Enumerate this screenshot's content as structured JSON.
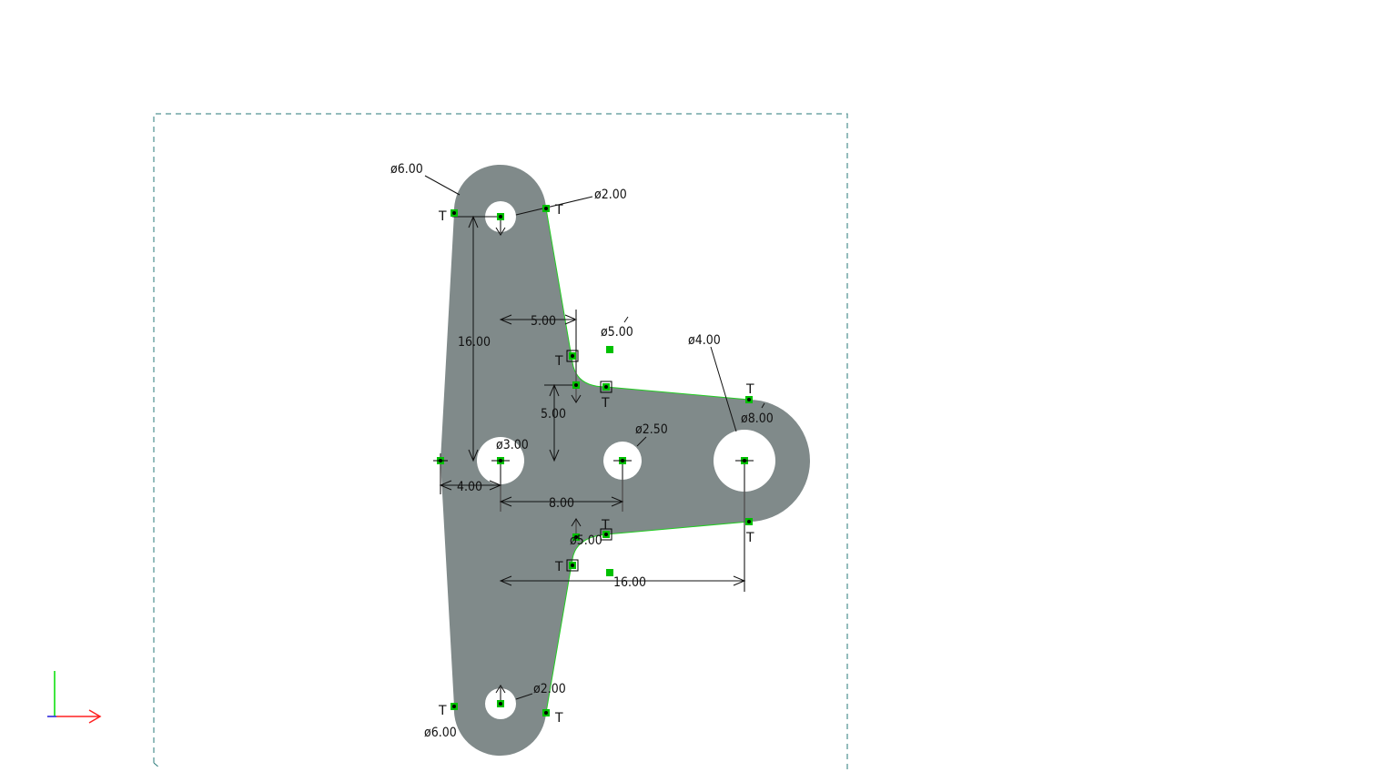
{
  "sketch": {
    "colors": {
      "body": "#808a8a",
      "edge": "#22cc22",
      "point": "#00c000",
      "frame": "#2a7a7a"
    },
    "dimensions": {
      "top_boss_dia": "ø6.00",
      "top_hole_dia": "ø2.00",
      "upper_fillet_dia": "ø5.00",
      "right_hole_dia": "ø4.00",
      "right_boss_dia": "ø8.00",
      "left_hole_dia": "ø3.00",
      "mid_hole_dia": "ø2.50",
      "lower_fillet_dia": "ø5.00",
      "bottom_hole_dia": "ø2.00",
      "bottom_boss_dia": "ø6.00",
      "vertical_16": "16.00",
      "horizontal_5": "5.00",
      "vertical_5": "5.00",
      "horizontal_4": "4.00",
      "horizontal_8": "8.00",
      "horizontal_16": "16.00"
    },
    "constraint_label": "T"
  }
}
